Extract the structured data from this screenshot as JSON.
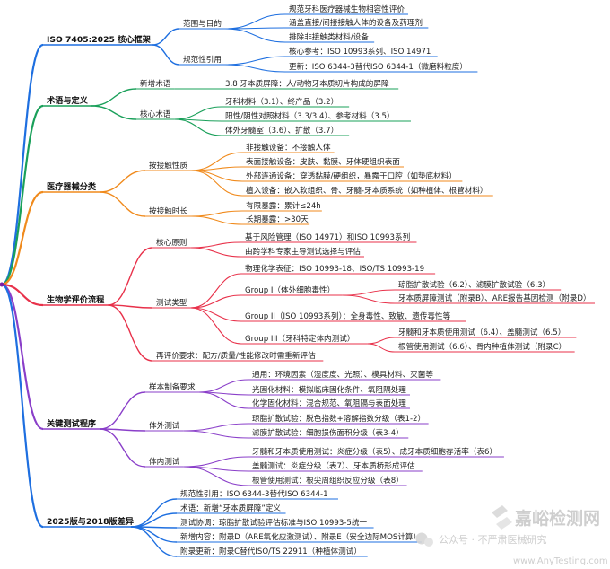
{
  "root_color": "#7b1fa2",
  "branches": [
    {
      "id": "b1",
      "label": "ISO 7405:2025 核心框架",
      "color": "#1e6fe0",
      "children": [
        {
          "label": "范围与目的",
          "children": [
            {
              "label": "规范牙科医疗器械生物相容性评价"
            },
            {
              "label": "涵盖直接/间接接触人体的设备及药理剂"
            },
            {
              "label": "排除非接触类材料/设备"
            }
          ]
        },
        {
          "label": "规范性引用",
          "children": [
            {
              "label": "核心参考：ISO 10993系列、ISO 14971"
            },
            {
              "label": "更新：ISO 6344-3替代ISO 6344-1（微磨料粒度）"
            }
          ]
        }
      ]
    },
    {
      "id": "b2",
      "label": "术语与定义",
      "color": "#1aa05a",
      "children": [
        {
          "label": "新增术语",
          "children": [
            {
              "label": "3.8 牙本质屏障：人/动物牙本质切片构成的屏障"
            }
          ]
        },
        {
          "label": "核心术语",
          "children": [
            {
              "label": "牙科材料（3.1）、终产品（3.2）"
            },
            {
              "label": "阳性/阴性对照材料（3.3/3.4）、参考材料（3.5）"
            },
            {
              "label": "体外牙髓室（3.6）、扩散（3.7）"
            }
          ]
        }
      ]
    },
    {
      "id": "b3",
      "label": "医疗器械分类",
      "color": "#f08a1c",
      "children": [
        {
          "label": "按接触性质",
          "children": [
            {
              "label": "非接触设备：不接触人体"
            },
            {
              "label": "表面接触设备：皮肤、黏膜、牙体硬组织表面"
            },
            {
              "label": "外部连通设备：穿透黏膜/硬组织，暴露于口腔（如垫底材料）"
            },
            {
              "label": "植入设备：嵌入软组织、骨、牙髓-牙本质系统（如种植体、根管材料）"
            }
          ]
        },
        {
          "label": "按接触时长",
          "children": [
            {
              "label": "有限暴露：累计≤24h"
            },
            {
              "label": "长期暴露：>30天"
            }
          ]
        }
      ]
    },
    {
      "id": "b4",
      "label": "生物学评价流程",
      "color": "#e8314a",
      "children": [
        {
          "label": "核心原则",
          "children": [
            {
              "label": "基于风险管理（ISO 14971）和ISO 10993系列"
            },
            {
              "label": "由跨学科专家主导测试选择与评估"
            }
          ]
        },
        {
          "label": "测试类型",
          "children": [
            {
              "label": "物理化学表征：ISO 10993-18、ISO/TS 10993-19"
            },
            {
              "label": "Group I（体外细胞毒性）",
              "children": [
                {
                  "label": "琼脂扩散试验（6.2）、滤膜扩散试验（6.3）"
                },
                {
                  "label": "牙本质屏障测试（附录B）、ARE报告基因检测（附录D）"
                }
              ]
            },
            {
              "label": "Group II（ISO 10993系列）：全身毒性、致敏、遗传毒性等"
            },
            {
              "label": "Group III（牙科特定体内测试）",
              "children": [
                {
                  "label": "牙髓和牙本质使用测试（6.4）、盖髓测试（6.5）"
                },
                {
                  "label": "根管使用测试（6.6）、骨内种植体测试（附录C）"
                }
              ]
            }
          ]
        },
        {
          "label": "再评价要求：配方/质量/性能修改时需重新评估"
        }
      ]
    },
    {
      "id": "b5",
      "label": "关键测试程序",
      "color": "#8a3fc9",
      "children": [
        {
          "label": "样本制备要求",
          "children": [
            {
              "label": "通用：环境因素（湿度度、光照）、模具材料、灭菌等"
            },
            {
              "label": "光固化材料：模拟临床固化条件、氧阻隔处理"
            },
            {
              "label": "化学固化材料：混合规范、氧阻隔与表面处理"
            }
          ]
        },
        {
          "label": "体外测试",
          "children": [
            {
              "label": "琼脂扩散试验：脱色指数+溶解指数分级（表1-2）"
            },
            {
              "label": "滤膜扩散试验：细胞损伤面积分级（表3-4）"
            }
          ]
        },
        {
          "label": "体内测试",
          "children": [
            {
              "label": "牙髓和牙本质使用测试：炎症分级（表5）、成牙本质细胞存活率（表6）"
            },
            {
              "label": "盖髓测试：炎症分级（表7）、牙本质桥形成评估"
            },
            {
              "label": "根管使用测试：根尖周组织反应分级（表8）"
            }
          ]
        }
      ]
    },
    {
      "id": "b6",
      "label": "2025版与2018版差异",
      "color": "#1e6fe0",
      "children": [
        {
          "label": "规范性引用：ISO 6344-3替代ISO 6344-1"
        },
        {
          "label": "术语：新增“牙本质屏障”定义"
        },
        {
          "label": "测试协调：琼脂扩散试验评估标准与ISO 10993-5统一"
        },
        {
          "label": "新增内容：附录D（ARE氧化应激测试）、附录E（安全边际MOS计算）"
        },
        {
          "label": "附录更新：附录C替代ISO/TS 22911（种植体测试）"
        }
      ]
    }
  ],
  "watermark": {
    "channel_label": "公众号 · 不严肃医械研究",
    "brand_cn": "嘉峪检测网",
    "brand_url": "www.AnyTesting.com"
  }
}
